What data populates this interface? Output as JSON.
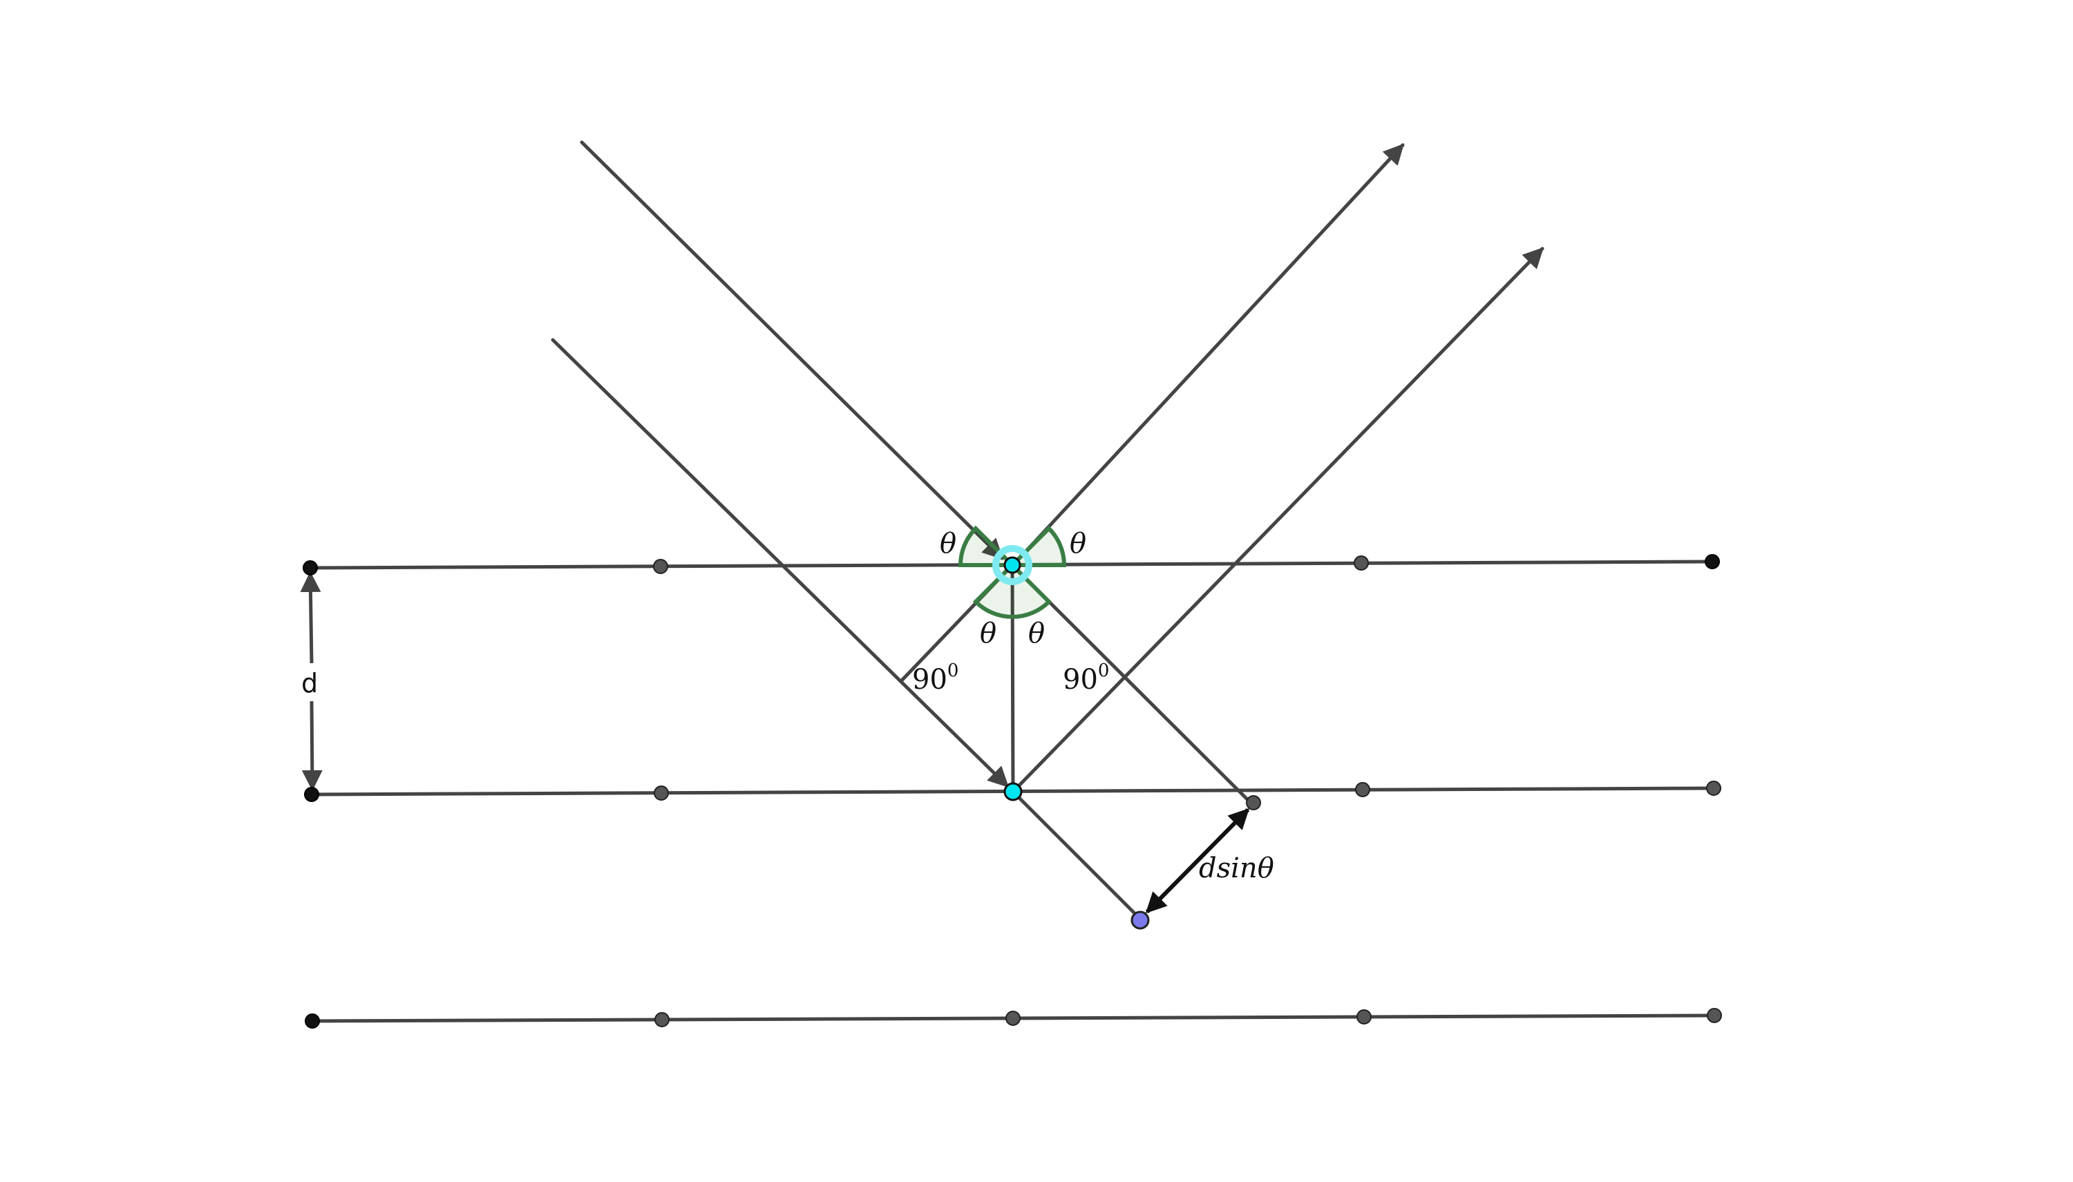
{
  "diagram": {
    "labels": {
      "spacing": "d",
      "theta": "θ",
      "right_angle": "90",
      "right_angle_sup": "0",
      "path_difference": "dsinθ"
    },
    "colors": {
      "line": "#444444",
      "lattice_point": "#555555",
      "endpoint": "#111111",
      "highlight_point": "#00e5ee",
      "highlight_ring": "#7fe9f0",
      "foot_point": "#7b7bea",
      "angle_arc": "#3a7d44"
    }
  }
}
